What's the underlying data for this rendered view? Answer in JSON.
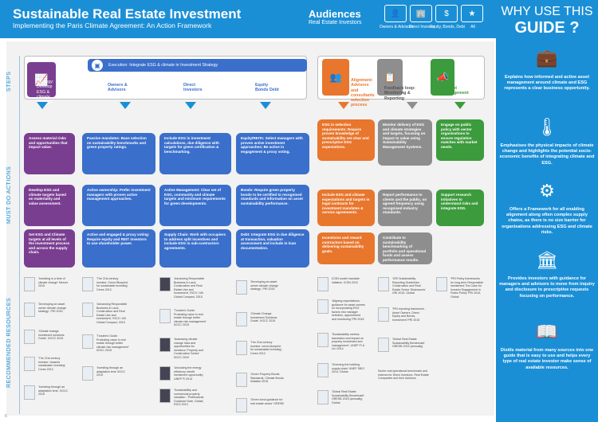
{
  "header": {
    "title": "Sustainable Real Estate Investment",
    "subtitle": "Implementing the Paris Climate Agreement: An Action Framework",
    "audiences_title": "Audiences",
    "audiences_sub": "Real Estate Investors",
    "audience_buttons": [
      {
        "label": "Owners & Advisors",
        "icon": "person-icon"
      },
      {
        "label": "Direct Investor",
        "icon": "building-icon"
      },
      {
        "label": "Equity, Bonds, Debt",
        "icon": "money-icon"
      },
      {
        "label": "All",
        "icon": "all-icon"
      }
    ]
  },
  "side_labels": {
    "steps": "STEPS",
    "actions": "MUST DO ACTIONS",
    "resources": "RECOMMENDED RESOURCES"
  },
  "steps": {
    "strategy": "Strategy: Develop ESG & climate Strategy",
    "execution": "Execution: Integrate ESG & climate in Investment Strategy",
    "owners": "Owners & Advisors",
    "direct": "Direct Investors",
    "equity": "Equity Bonds Debt",
    "alignment": "Alignment: Advisors and consultants selection process",
    "feedback": "Feedback loop: Monitoring & Reporting",
    "market": "Market Engagement"
  },
  "actions": {
    "c1": [
      "Assess material risks and opportunities that impact value.",
      "Develop ESG and climate targets based on materiality and value assessment.",
      "Set ESG and Climate targets at all levels of the investment process and across the supply chain."
    ],
    "c2": [
      "Passive mandates: Base selection on sustainability benchmarks and green property ratings.",
      "Active ownership: Prefer investment managers with proven active management approaches.",
      "Active and engaged & proxy voting: Require equity and REIT investors to use shareholder power."
    ],
    "c3": [
      "Include ESG in investment calculations, due diligence with targets for green certification & benchmarking.",
      "Active Management: Clear set of ESG, community and climate targets and minimum requirements for green developments.",
      "Supply Chain: Work with occupiers to address split incentives and include ESG in sub-contractors agreements."
    ],
    "c4": [
      "Equity/REITs: Select managers with proven active investment approaches; Be active in engagement & proxy voting.",
      "Bonds: Require green property bonds to be certified to recognised standards and information on asset sustainability performance.",
      "Debt: Integrate ESG in due diligence at transaction, valuation assessment and include in loan documentation."
    ],
    "c5": [
      "ESG in selection requirements: Require proven knowledge of sustainability set clear and prescriptive ESG expectations.",
      "Include ESG and climate expectations and targets in legal contracts for investment mandates & service agreements.",
      "Incentivise and reward contractors based on delivering sustainability goals."
    ],
    "c6": [
      "Monitor delivery of ESG and climate strategies and targets, focusing on impact to value using Sustainability Management Systems.",
      "Report performance to clients and the public, on agreed frequency using recognised industry standards.",
      "Contribute to sustainability benchmarking of portfolio and operational funds and assess performance results."
    ],
    "c7": [
      "Engage on public policy with sector organisations to ensure regulation matches with market needs.",
      "Support research initiatives to understand risks and integrate ESG."
    ]
  },
  "resources": {
    "col1": [
      "'Investing in a time of climate change' Mercer 2015",
      "'Developing an asset owner climate change strategy', PRI 2015",
      "'Climate change investment solutions Guide', IIGCC 2015",
      "'The 21st century investor: towards sustainable investing' Ceres 2013",
      "'Investing through an adaptation lens', IIGCC 2015"
    ],
    "col2": [
      "'The 21st century investor: Ceres Blueprint for sustainable investing' Ceres 2013",
      "'Advancing Responsible Business in Land, Construction and Real Estate Use and Investment', RICS / UN Global Compact, 2015",
      "'Trustee's Guide: Protecting value in real estate through better climate risk management' IIGCC 2015",
      "'Investing through an adaptation lens' IIGCC 2015"
    ],
    "col3": [
      "'Advancing Responsible Business in Land, Construction and Real Estate Use and Investment', RICS / UN Global Compact, 2015",
      "'Trustee's Guide: Protecting value in real estate through better climate risk management' IIGCC 2015",
      "'Assessing climate change risks and opportunities for investors: Property and Construction Sector' IIGCC 2010",
      "'Unlocking the energy efficiency retrofit investment opportunity', UNEP FI 2014",
      "'Sustainability and commercial property valuation - Professional Guidance Note, Global', RICS 2013"
    ],
    "col4": [
      "'Developing an asset owner climate change strategy', PRI 2015",
      "'Climate Change Investment Solutions Guide', IIGCC 2015",
      "'The 21st century investor: ceres blueprint for sustainable investing', Ceres 2013",
      "'Green Property Bonds Standards, Climate Bonds Initiative 2015",
      "'Green bond guidance for real estate sector' GRESB"
    ],
    "col5": [
      "ICGN model mandate initiative, ICGN 2012",
      "'Aligning expectations: guidance for asset owners on incorporating ESG factors into manager selection, appointment and monitoring' PRI 2015",
      "'Sustainability metrics: translation and impact on property investment and management', UNEP FI & ULI 2014",
      "'Greening the building supply chain' UNEP SBCI 2014, Global",
      "'Global Real Estate Sustainability Benchmark' GRESB 2015 (annually), Global"
    ],
    "col6": [
      "'GRI Sustainability Reporting Guidelines: Construction and Real Estate Sector Disclosures' GRI 2015, Global",
      "'PRI reporting framework - Asset Owners, Direct Equity and Bonds, Investment' PRI 2015",
      "'Global Real Estate Sustainability Benchmark' GRESB 2015 (annually)",
      "Sector real operational benchmark and indexes for Direct investors, Real Estate Companies and their Advisors"
    ],
    "col7": [
      "'PRI Policy frameworks for long-term Responsible investment The Case for Investor Engagement in Public Policy' PRI 2015, Global"
    ]
  },
  "right_panel": {
    "why": "WHY USE THIS",
    "guide": "GUIDE ?",
    "items": [
      {
        "icon": "briefcase-icon",
        "text": "Explains how informed and active asset management around climate and ESG represents a clear business opportunity."
      },
      {
        "icon": "thermometer-icon",
        "text": "Emphasises the physical impacts of climate change and highlights the potential socio-economic benefits of integrating climate and ESG."
      },
      {
        "icon": "network-icon",
        "text": "Offers a Framework for all enabling alignment along often complex supply chains, as there is no size barrier for organisations addressing ESG and climate risks."
      },
      {
        "icon": "buildings-icon",
        "text": "Provides investors with guidance for managers and advisors to move from inquiry and disclosure to prescriptive requests focusing on performance."
      },
      {
        "icon": "book-icon",
        "text": "Distils material from many sources into one guide that is easy to use and helps every type of real estate investor make sense of available resources."
      }
    ]
  },
  "page_number": "6"
}
